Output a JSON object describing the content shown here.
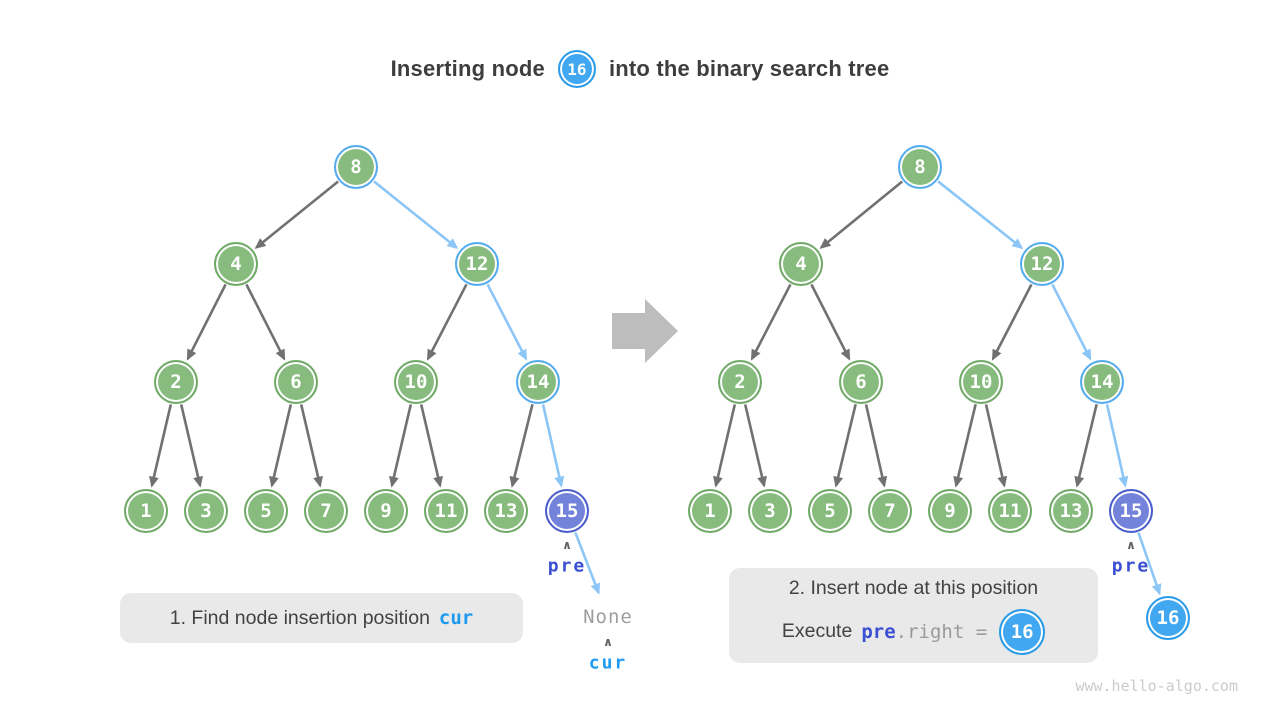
{
  "title": {
    "prefix": "Inserting node",
    "badge": "16",
    "suffix": "into the binary search tree"
  },
  "left_tree": {
    "nodes": {
      "n8": "8",
      "n4": "4",
      "n12": "12",
      "n2": "2",
      "n6": "6",
      "n10": "10",
      "n14": "14",
      "n1": "1",
      "n3": "3",
      "n5": "5",
      "n7": "7",
      "n9": "9",
      "n11": "11",
      "n13": "13",
      "n15": "15"
    },
    "pre_label": "pre",
    "none_label": "None",
    "cur_label": "cur",
    "caret": "∧"
  },
  "right_tree": {
    "nodes": {
      "n8": "8",
      "n4": "4",
      "n12": "12",
      "n2": "2",
      "n6": "6",
      "n10": "10",
      "n14": "14",
      "n1": "1",
      "n3": "3",
      "n5": "5",
      "n7": "7",
      "n9": "9",
      "n11": "11",
      "n13": "13",
      "n15": "15",
      "n16": "16"
    },
    "pre_label": "pre",
    "caret": "∧"
  },
  "edges": {
    "left": [
      [
        "n8",
        "n4",
        "gray"
      ],
      [
        "n8",
        "n12",
        "blue"
      ],
      [
        "n4",
        "n2",
        "gray"
      ],
      [
        "n4",
        "n6",
        "gray"
      ],
      [
        "n12",
        "n10",
        "gray"
      ],
      [
        "n12",
        "n14",
        "blue"
      ],
      [
        "n2",
        "n1",
        "gray"
      ],
      [
        "n2",
        "n3",
        "gray"
      ],
      [
        "n6",
        "n5",
        "gray"
      ],
      [
        "n6",
        "n7",
        "gray"
      ],
      [
        "n10",
        "n9",
        "gray"
      ],
      [
        "n10",
        "n11",
        "gray"
      ],
      [
        "n14",
        "n13",
        "gray"
      ],
      [
        "n14",
        "n15",
        "blue"
      ],
      [
        "n15",
        "none",
        "blue"
      ]
    ],
    "right": [
      [
        "n8",
        "n4",
        "gray"
      ],
      [
        "n8",
        "n12",
        "blue"
      ],
      [
        "n4",
        "n2",
        "gray"
      ],
      [
        "n4",
        "n6",
        "gray"
      ],
      [
        "n12",
        "n10",
        "gray"
      ],
      [
        "n12",
        "n14",
        "blue"
      ],
      [
        "n2",
        "n1",
        "gray"
      ],
      [
        "n2",
        "n3",
        "gray"
      ],
      [
        "n6",
        "n5",
        "gray"
      ],
      [
        "n6",
        "n7",
        "gray"
      ],
      [
        "n10",
        "n9",
        "gray"
      ],
      [
        "n10",
        "n11",
        "gray"
      ],
      [
        "n14",
        "n13",
        "gray"
      ],
      [
        "n14",
        "n15",
        "blue"
      ],
      [
        "n15",
        "n16",
        "blue"
      ]
    ]
  },
  "captions": {
    "step1": {
      "text": "1. Find node insertion position",
      "code": "cur"
    },
    "step2": {
      "line1": "2. Insert node at this position",
      "prefix": "Execute",
      "code_pre": "pre",
      "code_rest": ".right =",
      "badge": "16"
    }
  },
  "watermark": "www.hello-algo.com",
  "colors": {
    "node_green_fill": "#87bc7e",
    "node_green_border": "#72a969",
    "path_ring_blue": "#55acf0",
    "edge_blue": "#8cc6f7",
    "edge_gray": "#717171",
    "node_violet_fill": "#7383da",
    "node_violet_border": "#4c5ecb",
    "node_blue_fill": "#41a7f1",
    "node_blue_border": "#2d9ce8",
    "pre_text": "#3a4fd2",
    "cur_text": "#1e9bf0",
    "caption_bg": "#e9e9e9",
    "transition_arrow": "#bdbdbd"
  }
}
